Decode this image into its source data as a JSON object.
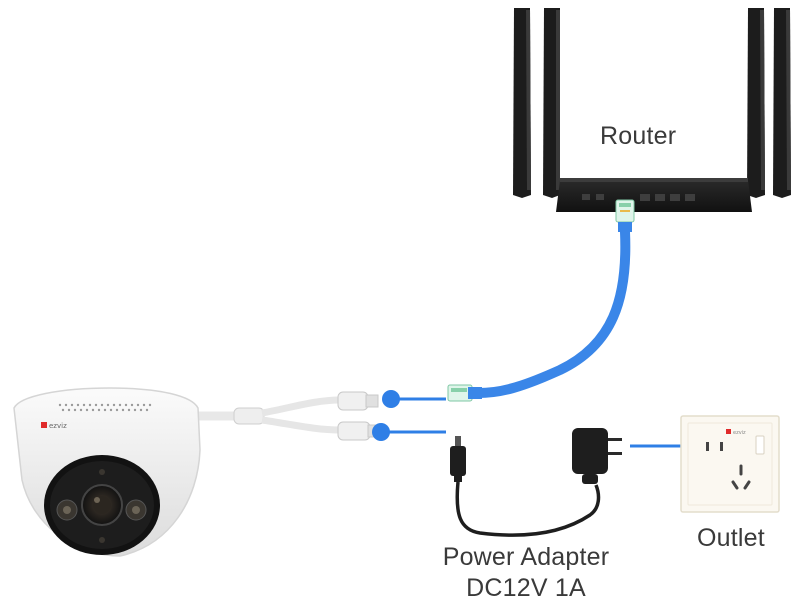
{
  "diagram": {
    "labels": {
      "router": "Router",
      "outlet": "Outlet",
      "power_adapter": "Power Adapter",
      "power_spec": "DC12V 1A"
    },
    "camera_brand": "ezviz",
    "outlet_brand": "ezviz",
    "colors": {
      "cable": "#3a86e8",
      "marker": "#2f7fe6",
      "device_dark": "#1e1e1e",
      "camera_body": "#f2f2f2",
      "label_text": "#3a3a3a"
    }
  }
}
